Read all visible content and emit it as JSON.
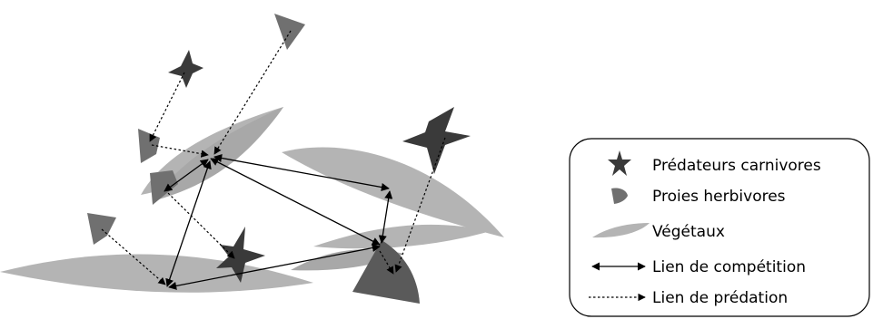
{
  "legend": {
    "items": [
      {
        "icon": "star-icon",
        "label": "Prédateurs carnivores"
      },
      {
        "icon": "wedge-icon",
        "label": "Proies herbivores"
      },
      {
        "icon": "leaf-icon",
        "label": "Végétaux"
      },
      {
        "icon": "double-arrow-icon",
        "label": "Lien de compétition"
      },
      {
        "icon": "dotted-arrow-icon",
        "label": "Lien de prédation"
      }
    ]
  },
  "colors": {
    "predator": "#3a3a3a",
    "prey": "#707070",
    "vegetation": "#b4b4b4",
    "vegetation_dark": "#9a9a9a",
    "link": "#000000"
  }
}
